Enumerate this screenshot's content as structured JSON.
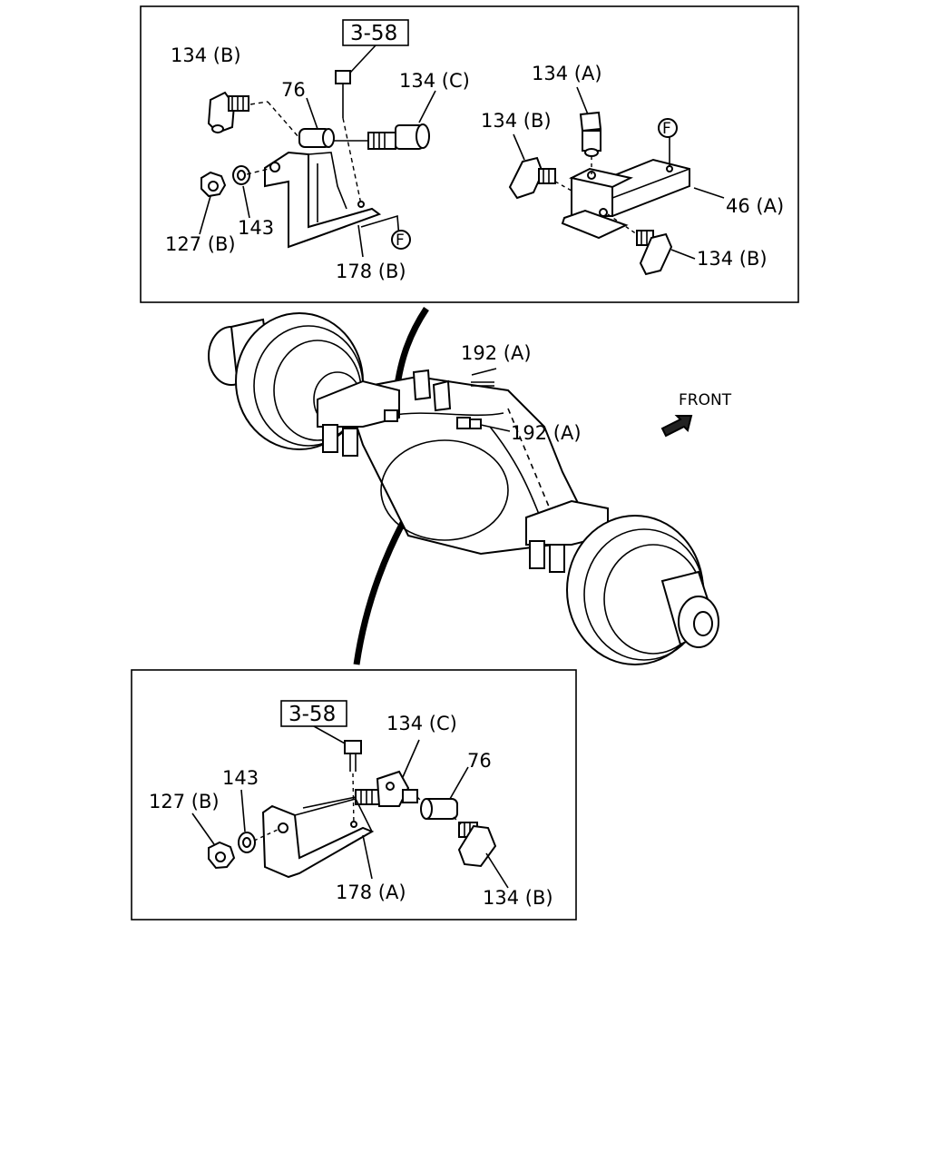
{
  "top_panel": {
    "ref_box": "3-58",
    "labels": {
      "l_134b_1": "134 (B)",
      "l_76": "76",
      "l_134c": "134 (C)",
      "l_134a": "134 (A)",
      "l_134b_2": "134 (B)",
      "l_f_1": "F",
      "l_f_2": "F",
      "l_46a": "46 (A)",
      "l_134b_3": "134 (B)",
      "l_127b": "127 (B)",
      "l_143": "143",
      "l_178b": "178 (B)"
    }
  },
  "middle": {
    "labels": {
      "l_192a_1": "192 (A)",
      "l_192a_2": "192 (A)",
      "front": "FRONT"
    }
  },
  "bottom_panel": {
    "ref_box": "3-58",
    "labels": {
      "l_134c": "134 (C)",
      "l_76": "76",
      "l_143": "143",
      "l_127b": "127 (B)",
      "l_178a": "178 (A)",
      "l_134b": "134 (B)"
    }
  }
}
